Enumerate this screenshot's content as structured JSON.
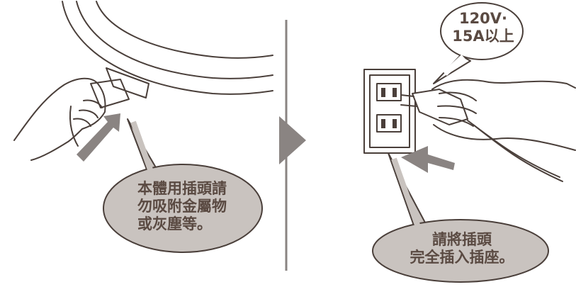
{
  "left_panel": {
    "callout_lines": [
      "本體用插頭請",
      "勿吸附金屬物",
      "或灰塵等。"
    ]
  },
  "right_panel": {
    "spec_lines": [
      "120V·",
      "15A以上"
    ],
    "callout_lines": [
      "請將插頭",
      "完全插入插座。"
    ]
  },
  "colors": {
    "line": "#4a3f3a",
    "bubble_fill": "#c9c3bf",
    "arrow_fill": "#8a8482",
    "divider": "#8a8482",
    "text": "#5a4a42"
  }
}
